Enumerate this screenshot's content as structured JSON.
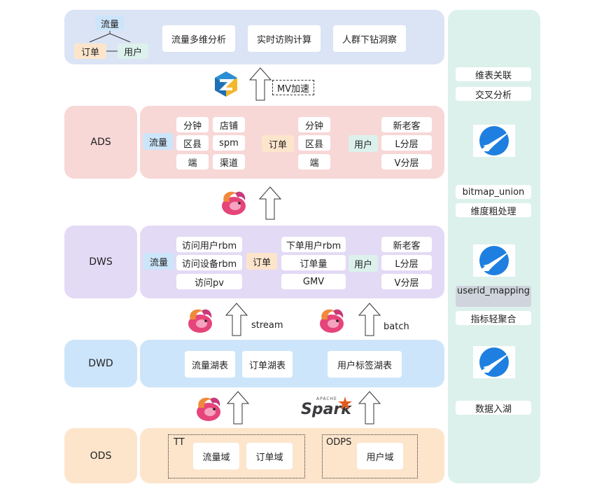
{
  "top": {
    "tree_root": "流量",
    "tree_left": "订单",
    "tree_right": "用户",
    "apps": [
      "流量多维分析",
      "实时访购计算",
      "人群下钻洞察"
    ]
  },
  "mv_label": "MV加速",
  "layers": {
    "ads": "ADS",
    "dws": "DWS",
    "dwd": "DWD",
    "ods": "ODS"
  },
  "ads": {
    "traffic_tag": "流量",
    "traffic_dims": [
      "分钟",
      "店铺",
      "区县",
      "spm",
      "端",
      "渠道"
    ],
    "order_tag": "订单",
    "order_dims": [
      "分钟",
      "区县",
      "端"
    ],
    "user_tag": "用户",
    "user_dims": [
      "新老客",
      "L分层",
      "V分层"
    ]
  },
  "dws": {
    "traffic_tag": "流量",
    "traffic_metrics": [
      "访问用户rbm",
      "访问设备rbm",
      "访问pv"
    ],
    "order_tag": "订单",
    "order_metrics": [
      "下单用户rbm",
      "订单量",
      "GMV"
    ],
    "user_tag": "用户",
    "user_metrics": [
      "新老客",
      "L分层",
      "V分层"
    ]
  },
  "flow_labels": {
    "stream": "stream",
    "batch": "batch"
  },
  "dwd": {
    "tables": [
      "流量湖表",
      "订单湖表",
      "用户标签湖表"
    ]
  },
  "ods": {
    "tt_label": "TT",
    "tt_items": [
      "流量域",
      "订单域"
    ],
    "odps_label": "ODPS",
    "odps_items": [
      "用户域"
    ]
  },
  "spark_label": "Spark",
  "spark_small": "APACHE",
  "side": {
    "items": [
      "维表关联",
      "交叉分析",
      "bitmap_union",
      "维度粗处理",
      "userid_mapping",
      "指标轻聚合",
      "数据入湖"
    ]
  },
  "colors": {
    "top_band": "#dbe4f5",
    "ads_band": "#f8d7d7",
    "dws_band": "#e3daf5",
    "dwd_band": "#cde5fa",
    "ods_band": "#fde5cc",
    "side_band": "#dcf1ec",
    "traffic_tag": "#cde5fa",
    "order_tag": "#fde5cc",
    "user_tag": "#dcf1ec"
  }
}
